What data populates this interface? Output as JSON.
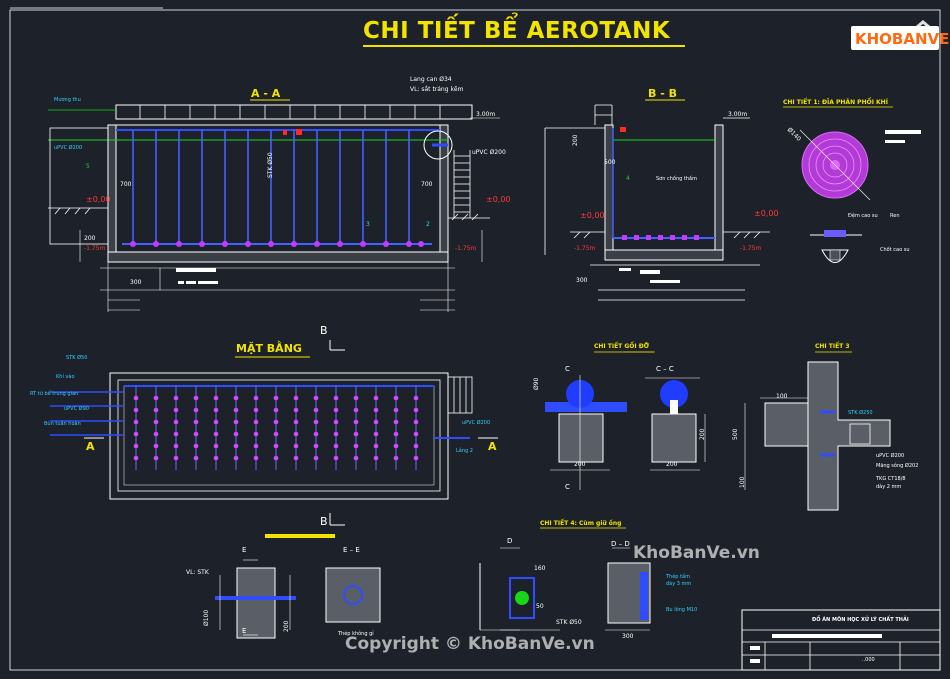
{
  "drawing": {
    "title": "CHI TIẾT BỂ AEROTANK",
    "logo_text": "KHOBANVE",
    "watermark_site": "KhoBanVe.vn",
    "watermark_copyright": "Copyright © KhoBanVe.vn"
  },
  "section_aa": {
    "label": "A - A",
    "note_railing": "Lang can Ø34",
    "note_walkway": "VL: sắt tráng kẽm",
    "note_pipe": "uPVC Ø200",
    "note_stk": "STK Ø50",
    "note_left_1": "Mương thu",
    "note_left_2": "uPVC Ø200",
    "level_top": "3.00m",
    "level_zero_left": "±0,00",
    "level_zero_right": "±0,00",
    "level_bottom_left": "-1.75m",
    "level_bottom_right": "-1.75m",
    "dim_700_left": "700",
    "dim_700_right": "700",
    "dim_200": "200",
    "dim_300": "300",
    "callout_2": "2",
    "callout_3": "3",
    "callout_5": "5"
  },
  "section_bb": {
    "label": "B - B",
    "note_paint": "Sơn chống thấm",
    "level_top": "3.00m",
    "level_zero_left": "±0,00",
    "level_zero_right": "±0,00",
    "level_bottom_left": "-1.75m",
    "level_bottom_right": "-1.75m",
    "dim_500": "500",
    "dim_200": "200",
    "dim_300": "300",
    "callout_4": "4"
  },
  "detail_1": {
    "title": "CHI TIẾT 1: ĐĨA PHÂN PHỐI KHÍ",
    "dim_dia": "Ø140",
    "note_a": "Đệm cao su",
    "note_b": "Ren",
    "note_c": "Chốt cao su"
  },
  "plan": {
    "label": "MẶT BẰNG",
    "note_stk": "STK Ø50",
    "note_air": "Khí vào",
    "note_rt": "RT từ bể trung gian",
    "note_upvc": "uPVC Ø90",
    "note_sludge": "Bùn tuần hoàn",
    "note_out_pipe": "uPVC Ø200",
    "note_out": "Lắng 2",
    "marker_a": "A",
    "marker_b": "B"
  },
  "detail_goi_do": {
    "title": "CHI TIẾT GỐI ĐỠ",
    "section_c": "C – C",
    "marker_c": "C",
    "dim_200_a": "200",
    "dim_200_b": "200",
    "dim_200_c": "200",
    "dim_phi": "Ø90"
  },
  "detail_3": {
    "title": "CHI TIẾT 3",
    "note_stk": "STK Ø250",
    "note_upvc": "uPVC Ø200",
    "note_sleeve": "Măng sông Ø202",
    "note_tkg": "TKG CT18/8",
    "note_thk": "dày 2 mm",
    "dim_100_a": "100",
    "dim_100_b": "100",
    "dim_500": "500"
  },
  "detail_ee": {
    "label_e": "E",
    "section": "E – E",
    "note_stk": "VL: STK",
    "note_plate": "Thép không gỉ",
    "dim_phi": "Ø100",
    "dim_200": "200"
  },
  "detail_4": {
    "title": "CHI TIẾT 4: Cùm giữ ống",
    "marker_d": "D",
    "section_d": "D – D",
    "note_stk": "STK Ø50",
    "note_plate_1": "Thép tấm",
    "note_plate_2": "dày 3 mm",
    "note_bolt": "Bu lông M10",
    "dim_160": "160",
    "dim_50": "50",
    "dim_300": "300"
  },
  "titleblock": {
    "project": "ĐỒ ÁN MÔN HỌC XỬ LÝ CHẤT THẢI",
    "code": "..000"
  }
}
